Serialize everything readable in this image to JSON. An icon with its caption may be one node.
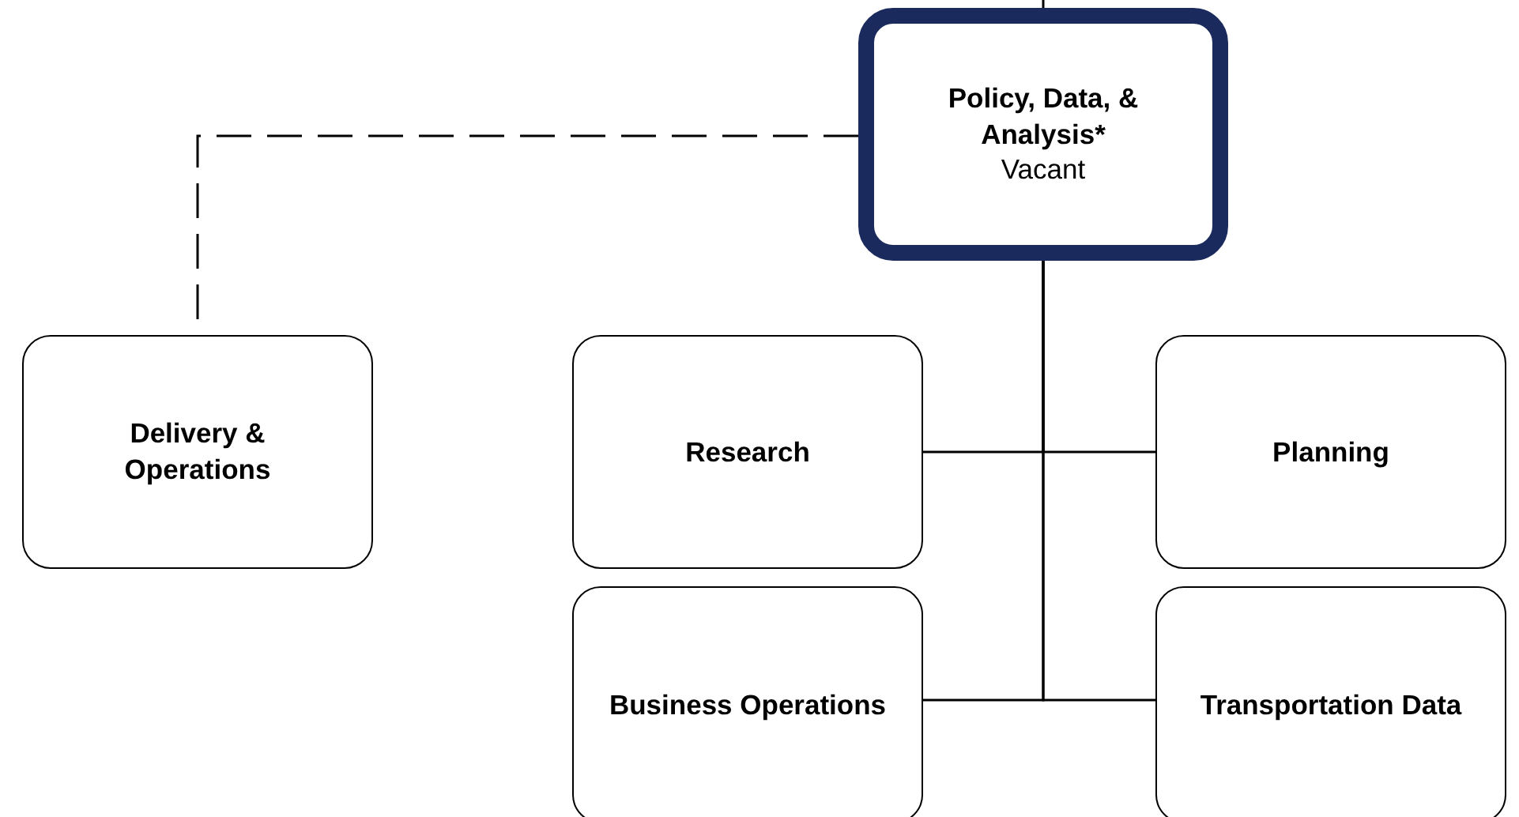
{
  "diagram": {
    "nodes": [
      {
        "text": [
          "Policy, Data, & Analysis*",
          "Vacant"
        ]
      },
      {
        "text": [
          "Delivery & Operations"
        ]
      },
      {
        "text": [
          "Research"
        ]
      },
      {
        "text": [
          "Planning"
        ]
      },
      {
        "text": [
          "Business Operations"
        ]
      },
      {
        "text": [
          "Transportation Data"
        ]
      }
    ],
    "edges": [
      {
        "from": null,
        "to": 0,
        "arrow": "none"
      },
      {
        "from": 0,
        "to": 1,
        "arrow": "none",
        "style": "dashed"
      },
      {
        "from": 0,
        "to": 2,
        "arrow": "none"
      },
      {
        "from": 0,
        "to": 3,
        "arrow": "none"
      },
      {
        "from": 0,
        "to": 4,
        "arrow": "none"
      },
      {
        "from": 0,
        "to": 5,
        "arrow": "none"
      }
    ]
  }
}
